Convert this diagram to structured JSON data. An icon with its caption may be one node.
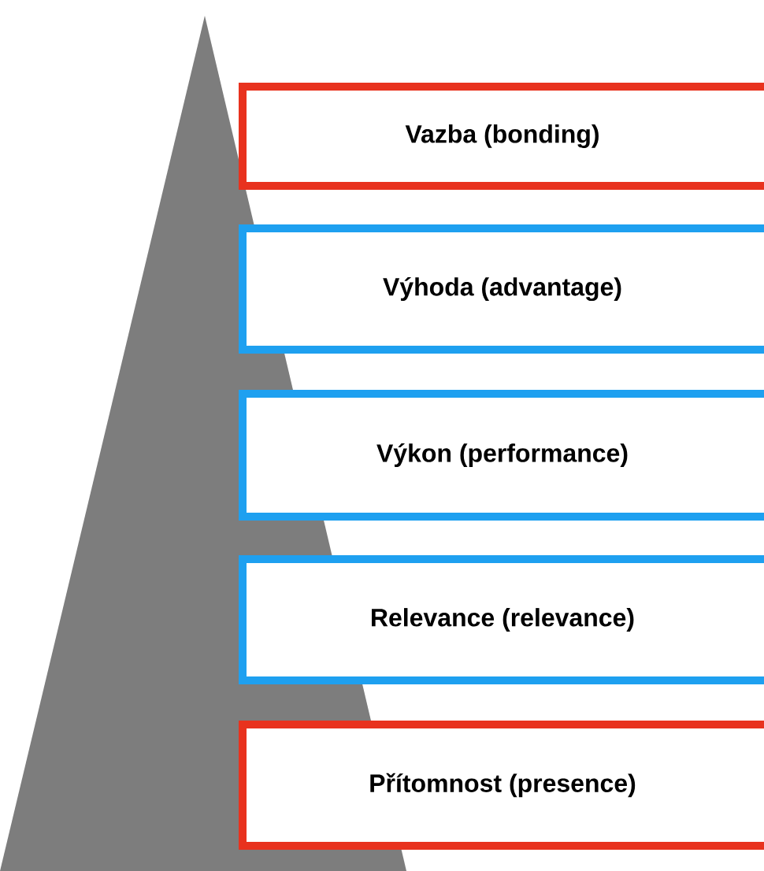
{
  "diagram": {
    "nodes": [
      {
        "text": [
          "Vazba (bonding)"
        ]
      },
      {
        "text": [
          "Výhoda (advantage)"
        ]
      },
      {
        "text": [
          "Výkon (performance)"
        ]
      },
      {
        "text": [
          "Relevance (relevance)"
        ]
      },
      {
        "text": [
          "Přítomnost (presence)"
        ]
      }
    ]
  }
}
